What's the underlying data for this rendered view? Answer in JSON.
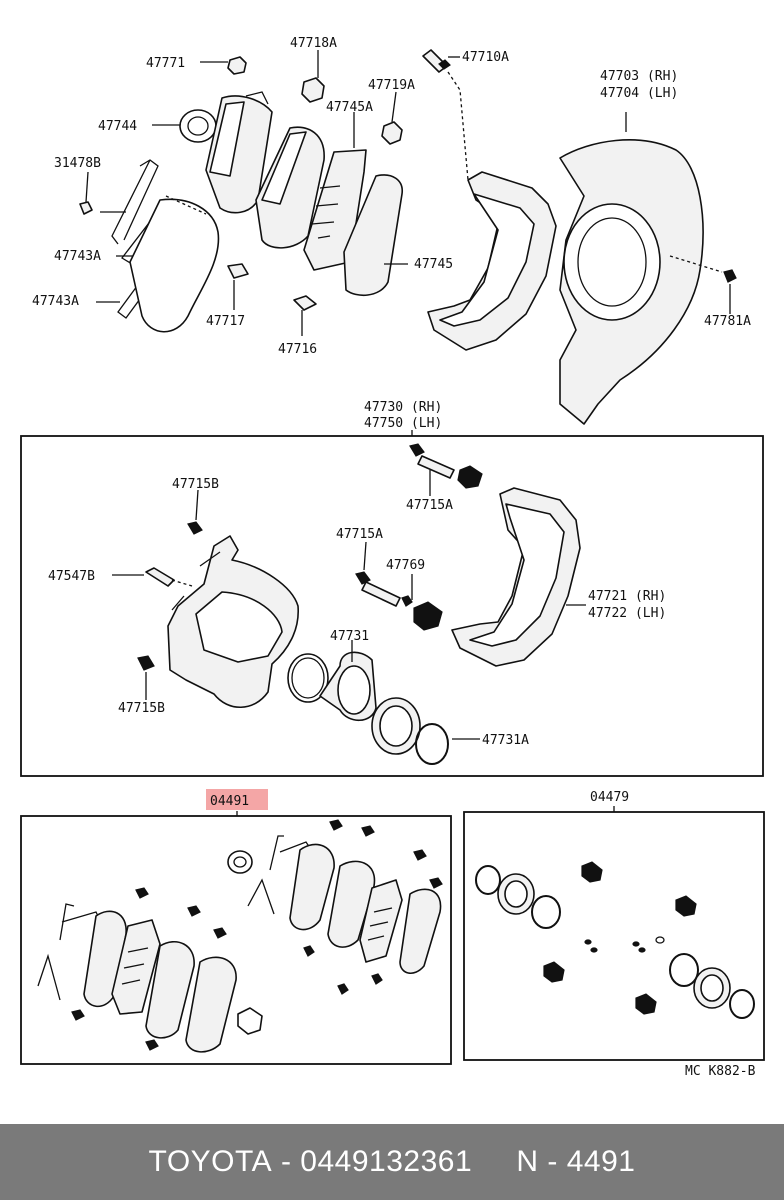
{
  "callouts": {
    "p47771": "47771",
    "p47718a": "47718A",
    "p47710a": "47710A",
    "p47703": "47703 (RH)",
    "p47704": "47704 (LH)",
    "p47744": "47744",
    "p47745a": "47745A",
    "p47719a": "47719A",
    "p31478b": "31478B",
    "p47743a_1": "47743A",
    "p47743a_2": "47743A",
    "p47745": "47745",
    "p47717": "47717",
    "p47716": "47716",
    "p47781a": "47781A",
    "p47730": "47730 (RH)",
    "p47750": "47750 (LH)",
    "p47715b_top": "47715B",
    "p47715a_top": "47715A",
    "p47715a_mid": "47715A",
    "p47769": "47769",
    "p47547b": "47547B",
    "p47721": "47721 (RH)",
    "p47722": "47722 (LH)",
    "p47731": "47731",
    "p47715b_bot": "47715B",
    "p47731a": "47731A",
    "p04491": "04491",
    "p04479": "04479",
    "diagram_code": "MC K882-B"
  },
  "highlight_color": "#f4a6a6",
  "footer": {
    "brand": "TOYOTA",
    "separator": "-",
    "part_number": "0449132361",
    "ref_prefix": "N",
    "ref_number": "4491",
    "background": "#7a7a7a"
  }
}
